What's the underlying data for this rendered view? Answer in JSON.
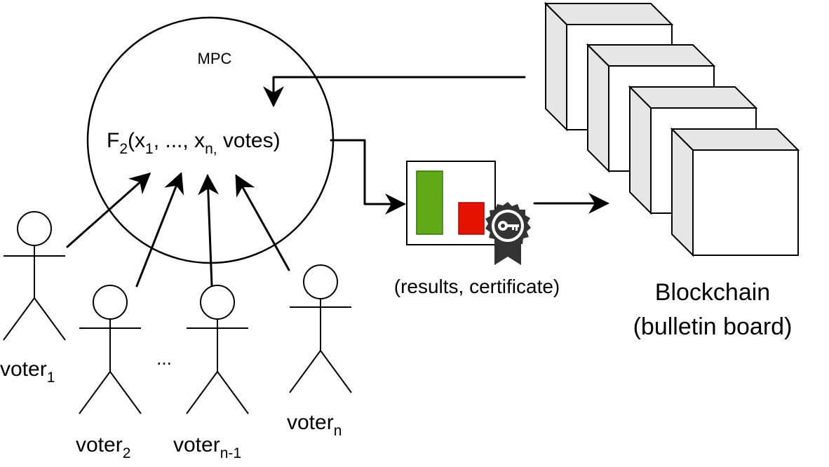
{
  "mpc": {
    "label": "MPC",
    "func_name": "F",
    "func_sub": "2",
    "args_open": "(x",
    "arg1_sub": "1",
    "args_mid": ", ..., x",
    "argn_sub": "n,",
    "args_close": " votes)"
  },
  "voters": {
    "voter1": {
      "name": "voter",
      "sub": "1"
    },
    "voter2": {
      "name": "voter",
      "sub": "2"
    },
    "voter_n_minus_1": {
      "name": "voter",
      "sub": "n-1"
    },
    "voter_n": {
      "name": "voter",
      "sub": "n"
    },
    "ellipsis": "..."
  },
  "results": {
    "caption": "(results, certificate)",
    "bar_green_color": "#60a917",
    "bar_red_color": "#e51400",
    "certificate_icon": "key-rosette-badge-icon"
  },
  "blockchain": {
    "line1": "Blockchain",
    "line2": "(bulletin board)",
    "block_count": 4
  },
  "colors": {
    "stroke": "#000000",
    "block_side": "#e6e6e6",
    "background": "#ffffff"
  }
}
